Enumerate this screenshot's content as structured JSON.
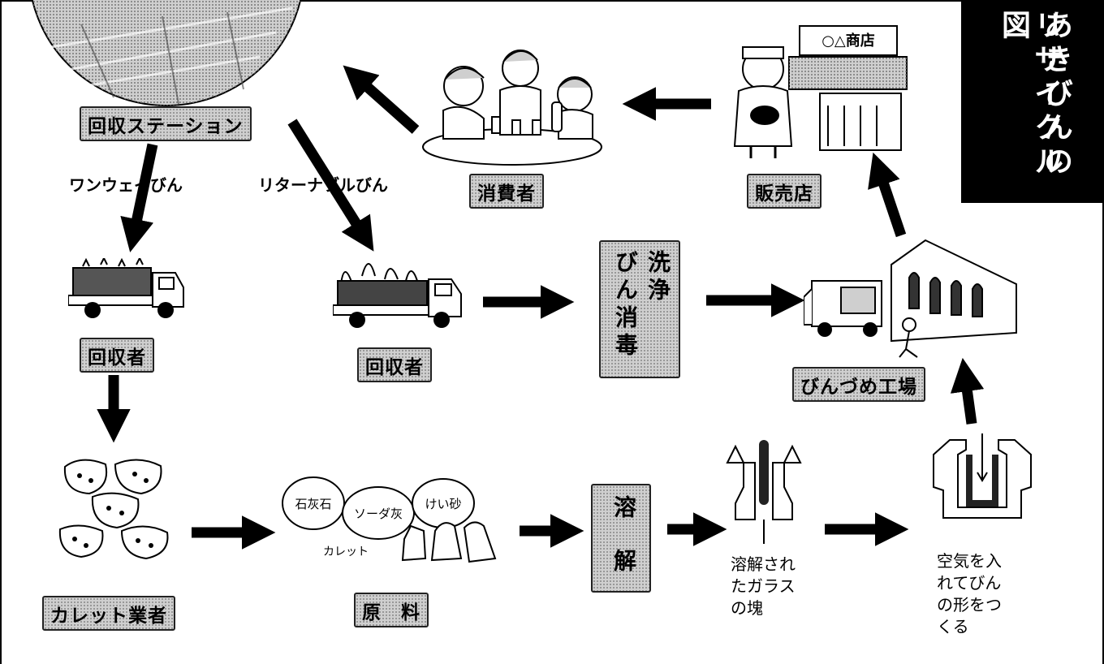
{
  "title": {
    "col1": "あきびんの",
    "col2": "リサイクル図"
  },
  "labels": {
    "station": "回収ステーション",
    "consumer": "消費者",
    "store": "販売店",
    "collector_left": "回収者",
    "collector_mid": "回収者",
    "bottling_factory": "びんづめ工場",
    "cullet_dealer": "カレット業者",
    "raw_material": "原　料"
  },
  "routes": {
    "one_way": "ワンウェイびん",
    "returnable": "リターナブルびん"
  },
  "process": {
    "wash_col1": "洗浄",
    "wash_col2": "びん消毒",
    "melt_top": "溶",
    "melt_bottom": "解"
  },
  "notes": {
    "molten_glass": [
      "溶解され",
      "たガラス",
      "の塊"
    ],
    "blow_mold": [
      "空気を入",
      "れてびん",
      "の形をつ",
      "くる"
    ]
  },
  "illustration_text": {
    "shop_sign": "○△商店",
    "raw_limestone": "石灰石",
    "raw_soda": "ソーダ灰",
    "raw_silica": "けい砂",
    "raw_cullet": "カレット"
  }
}
